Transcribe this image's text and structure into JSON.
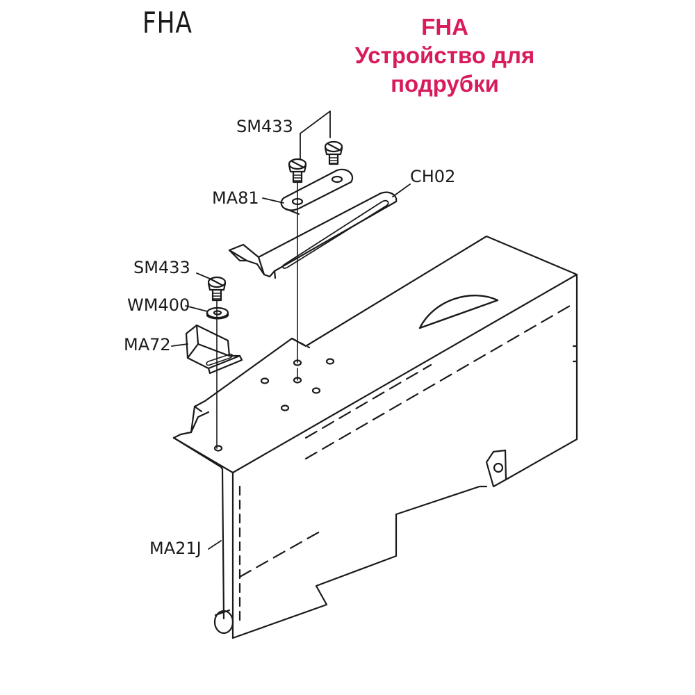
{
  "header": {
    "code": "FHA",
    "title_code": "FHA",
    "title_line1": "Устройство для",
    "title_line2": "подрубки"
  },
  "labels": {
    "sm433_top": "SM433",
    "ma81": "MA81",
    "ch02": "CH02",
    "sm433_left": "SM433",
    "wm400": "WM400",
    "ma72": "MA72",
    "ma21j": "MA21J"
  }
}
